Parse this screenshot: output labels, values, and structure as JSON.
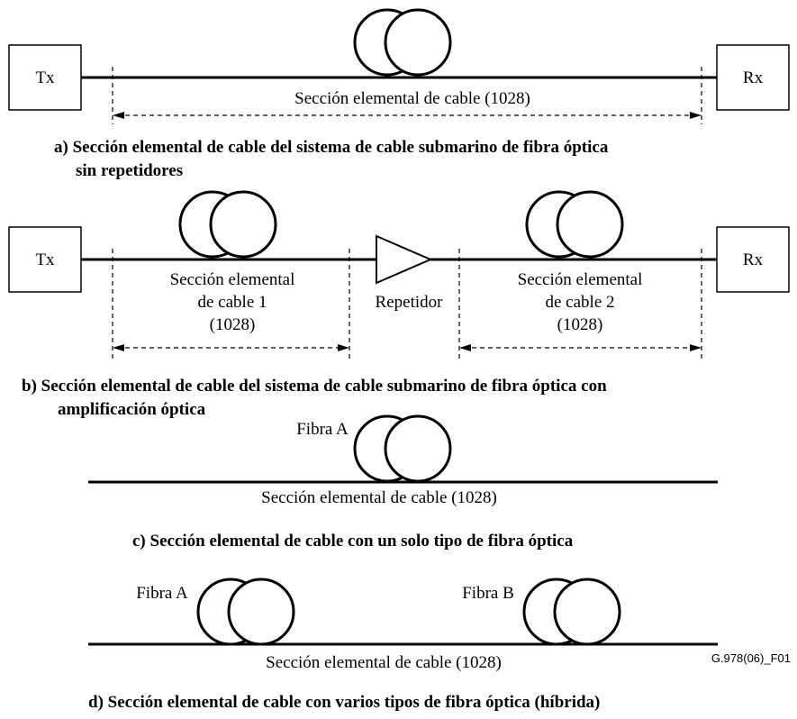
{
  "panel_a": {
    "tx": "Tx",
    "rx": "Rx",
    "section_label": "Sección elemental de cable (1028)",
    "caption_line1": "a) Sección elemental de cable del sistema de cable submarino de fibra óptica",
    "caption_line2": "sin repetidores"
  },
  "panel_b": {
    "tx": "Tx",
    "rx": "Rx",
    "section1_line1": "Sección elemental",
    "section1_line2": "de cable 1",
    "section1_line3": "(1028)",
    "repeater": "Repetidor",
    "section2_line1": "Sección elemental",
    "section2_line2": "de cable 2",
    "section2_line3": "(1028)",
    "caption_line1": "b) Sección elemental de cable del sistema de cable submarino de fibra óptica con",
    "caption_line2": "amplificación óptica"
  },
  "panel_c": {
    "fiber_a": "Fibra A",
    "section_label": "Sección elemental de cable (1028)",
    "caption": "c) Sección elemental de cable con un solo tipo de fibra óptica"
  },
  "panel_d": {
    "fiber_a": "Fibra A",
    "fiber_b": "Fibra B",
    "section_label": "Sección elemental de cable (1028)",
    "figure_code": "G.978(06)_F01",
    "caption": "d) Sección elemental de cable con varios tipos de fibra óptica (híbrida)"
  }
}
